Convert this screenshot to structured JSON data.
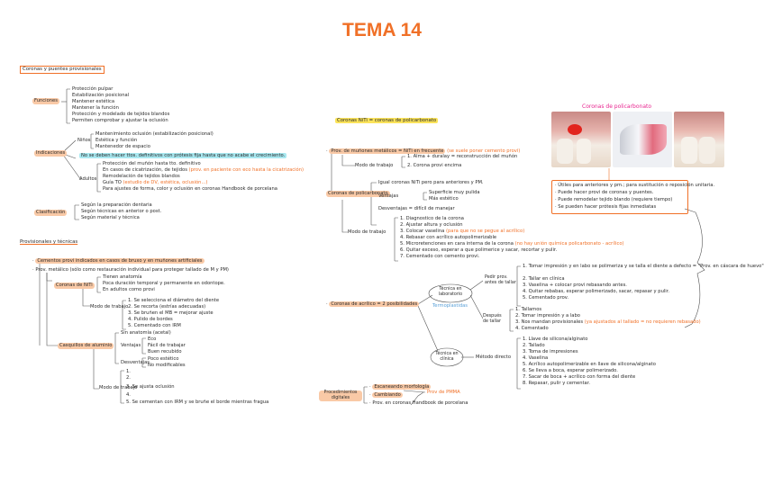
{
  "title": "TEMA 14",
  "left": {
    "heading1": "Coronas y puentes provisionales",
    "funciones_label": "Funciones",
    "funciones": [
      "Protección pulpar",
      "Estabilización posicional",
      "Mantener estética",
      "Mantener la función",
      "Protección y modelado de tejidos blandos",
      "Permiten comprobar y ajustar la oclusión"
    ],
    "indicaciones_label": "Indicaciones",
    "ninos_label": "Niños",
    "ninos": [
      "Mantenimiento oclusión (estabilización posicional)",
      "Estética y función",
      "Mantenedor de espacio"
    ],
    "nota": "No se deben hacer ttos. definitivos con prótesis fija hasta que no acabe el crecimiento.",
    "adultos_label": "Adultos",
    "adultos": [
      "Protección del muñón hasta tto. definitivo",
      "En casos de cicatrización, de tejidos",
      "Remodelación de tejidos blandos",
      "Guía TO",
      "Para ajustes de forma, color y oclusión en coronas"
    ],
    "adultos_note1": "(prov. en paciente con eco hasta la cicatrización)",
    "adultos_note2": "(estudio de DV, estética, oclusión...)",
    "adultos_note3": "Handbook de porcelana",
    "clasif_label": "Clasificación",
    "clasif": [
      "Según la preparación dentaria",
      "Según técnicas en anterior o post.",
      "Según material y técnica"
    ],
    "heading2": "Provisionales y técnicas",
    "cementos": "Cementos provi indicados en casos de bruxo y en muñones artificiales",
    "metodo": "Prov. metálico (sólo como restauración individual para proteger tallado de M y PM)",
    "coronas_niti_label": "Coronas de NiTi",
    "coronas_niti": [
      "Tienen anatomía",
      "Poca duración temporal y permanente en odontope.",
      "En adultos como provi"
    ],
    "modo_label": "Modo de trabajo",
    "modo": [
      "1. Se selecciona el diámetro del diente",
      "2. Se recorta (estrías adecuadas)",
      "3. Se bruñen el MB = mejorar ajuste",
      "4. Pulido de bordes",
      "5. Cementado con IRM"
    ],
    "casquillos_label": "Casquillos de aluminio",
    "casquillos_top": "Sin anatomía (acetal)",
    "ventajas_label": "Ventajas",
    "ventajas": [
      "Eco",
      "Fácil de trabajar",
      "Buen recubido"
    ],
    "desventajas_label": "Desventajas",
    "desventajas": [
      "Poco estético",
      "No modificables"
    ],
    "modo2_label": "Modo de trabajo",
    "modo2": [
      "1.",
      "2.",
      "3. Se ajusta oclusión",
      "4.",
      "5. Se cementan con IRM y se bruñe el borde mientras fragua"
    ]
  },
  "middle": {
    "heading": "Coronas NiTi = coronas de policarbonato",
    "prov_label": "Prov. de muñones metálicos = NiTi en frecuente",
    "prov_note": "(se suele poner cemento provi)",
    "prov_items": [
      "1. Alma + duralay = reconstrucción del muñón",
      "2. Corona provi encima"
    ],
    "modo_label": "Modo de trabajo",
    "coronas_poli_label": "Coronas de policarbonato",
    "coronas_poli_top": "Igual coronas NiTi pero para anteriores y PM.",
    "ventajas_label": "Ventajas",
    "ventajas": [
      "Superficie muy pulida",
      "Más estético"
    ],
    "desventajas": "Desventajas = difícil de manejar",
    "modo_label2": "Modo de trabajo",
    "modo": [
      "1. Diagnostico de la corona",
      "2. Ajustar altura y oclusión",
      "3. Colocar vaselina",
      "4. Rebasar con acrílico autopolimerizable",
      "5. Microretenciones en cara interna de la corona",
      "6. Quitar exceso, esperar a que polimerice y sacar, recortar y pulir.",
      "7. Cementado con cemento provi."
    ],
    "modo_note3": "(para que no se pegue al acrílico)",
    "modo_note5": "(no hay unión química policarbonato - acrílico)",
    "coronas_acr_label": "Coronas de acrílico = 2 posibilidades",
    "tecnica_lab": "Técnica en laboratorio",
    "termoplasticas": "Termoplastidas",
    "tecnica_clinica": "Técnica en clínica",
    "pedir_antes": "Pedir prov. antes de tallar",
    "despues": "Después de tallar",
    "antes_items": [
      "1. Tomar impresión y en labo se polimeriza y se talla el diente a defecto = \"Prov. en cáscara de huevo\"",
      "2. Tallar en clínica",
      "3. Vaselina + colocar provi rebasando antes.",
      "4. Quitar rebabas, esperar polimerizado, sacar, repasar y pulir.",
      "5. Cementado prov."
    ],
    "despues_items": [
      "1. Tallamos",
      "2. Tomar impresión y a labo",
      "3. Nos mandan provisionales",
      "4. Cementado"
    ],
    "despues_note": "(ya ajustados al tallado = no requieren rebasado)",
    "metodo_directo": "Método directo",
    "directo_items": [
      "1. Llave de silicona/alginato",
      "2. Tallado",
      "3. Toma de impresiones",
      "4. Vaselina",
      "5. Acrílico autopolimerizable en llave de silicona/alginato",
      "6. Se lleva a boca, esperar polimerizado.",
      "7. Sacar de boca + acrílico con forma del diente",
      "8. Repasar, pulir y cementar."
    ],
    "procedimientos_label": "Procedimientos digitales",
    "procedimientos": [
      "Escaneando morfología",
      "Cambiando",
      "Prov. en coronas Handbook de porcelana"
    ],
    "proc_note": "Prov de PMMA"
  },
  "right": {
    "photo_caption": "Coronas de policarbonato",
    "box_items": [
      "· Útiles para anteriores y pm.; para sustitución o reposición unitaria.",
      "· Puede hacer provi de coronas y puentes.",
      "· Puede remodelar tejido blando (requiere tiempo)",
      "· Se pueden hacer prótesis fijas inmediatas"
    ]
  },
  "colors": {
    "accent": "#f07027",
    "highlight_orange": "#f9c9a6",
    "highlight_yellow": "#fbe35a",
    "highlight_cyan": "#a8e8f0",
    "pink": "#e8248f"
  }
}
